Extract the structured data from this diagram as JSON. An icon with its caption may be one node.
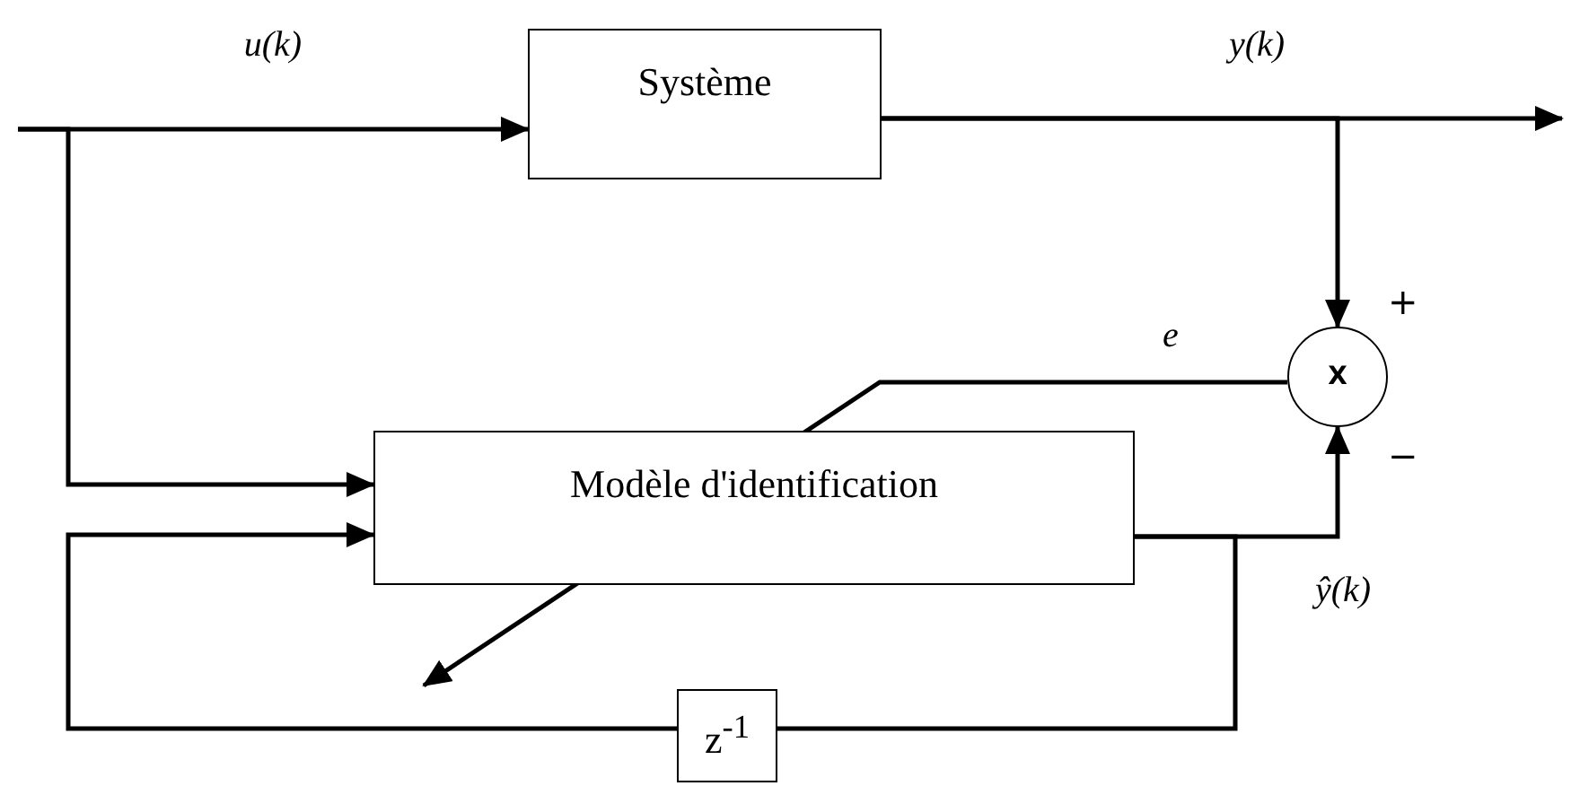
{
  "diagram": {
    "nodes": [
      {
        "text": [
          "Système"
        ]
      },
      {
        "text": [
          "Modèle d'identification"
        ]
      },
      {
        "text": [
          "X"
        ]
      },
      {
        "text": [
          "z$^{-1}$"
        ]
      }
    ],
    "edges": [
      {
        "from": null,
        "to": 0,
        "arrow": "to",
        "label": "u(k)"
      },
      {
        "from": null,
        "to": 1,
        "arrow": "to"
      },
      {
        "from": 0,
        "to": null,
        "arrow": "to",
        "label": "y(k)"
      },
      {
        "from": 0,
        "to": 2,
        "arrow": "to"
      },
      {
        "from": 1,
        "to": 2,
        "arrow": "to",
        "label": "ŷ(k)"
      },
      {
        "from": 1,
        "to": 3,
        "arrow": "none"
      },
      {
        "from": 3,
        "to": 1,
        "arrow": "to"
      },
      {
        "from": 2,
        "to": null,
        "arrow": "to",
        "label": "e"
      }
    ],
    "labels": [
      "+",
      "−"
    ]
  }
}
